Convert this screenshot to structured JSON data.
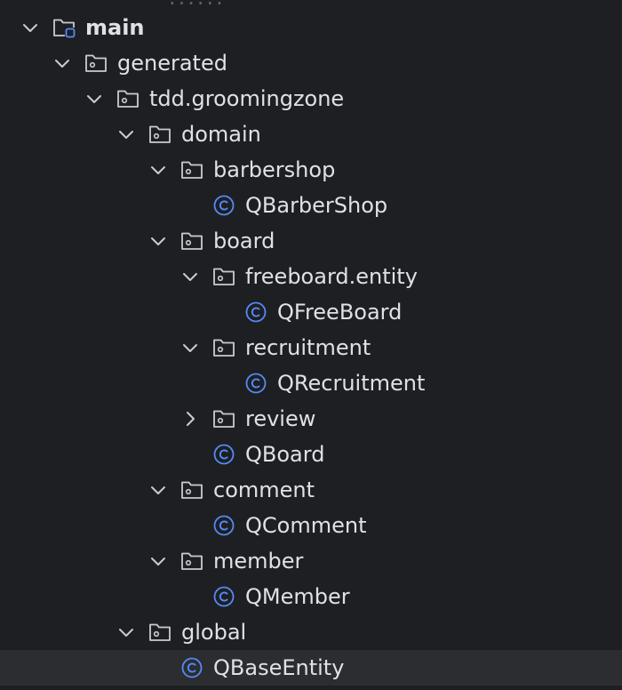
{
  "project_tree": {
    "cut_off_top": "······",
    "rows": [
      {
        "label": "main",
        "type": "source-root",
        "expanded": true,
        "level": 0
      },
      {
        "label": "generated",
        "type": "generated-folder",
        "expanded": true,
        "level": 1
      },
      {
        "label": "tdd.groomingzone",
        "type": "package",
        "expanded": true,
        "level": 2
      },
      {
        "label": "domain",
        "type": "package",
        "expanded": true,
        "level": 3
      },
      {
        "label": "barbershop",
        "type": "package",
        "expanded": true,
        "level": 4
      },
      {
        "label": "QBarberShop",
        "type": "class",
        "level": 5
      },
      {
        "label": "board",
        "type": "package",
        "expanded": true,
        "level": 4
      },
      {
        "label": "freeboard.entity",
        "type": "package",
        "expanded": true,
        "level": 5
      },
      {
        "label": "QFreeBoard",
        "type": "class",
        "level": 6
      },
      {
        "label": "recruitment",
        "type": "package",
        "expanded": true,
        "level": 5
      },
      {
        "label": "QRecruitment",
        "type": "class",
        "level": 6
      },
      {
        "label": "review",
        "type": "package",
        "expanded": false,
        "level": 5
      },
      {
        "label": "QBoard",
        "type": "class",
        "level": 5
      },
      {
        "label": "comment",
        "type": "package",
        "expanded": true,
        "level": 4
      },
      {
        "label": "QComment",
        "type": "class",
        "level": 5
      },
      {
        "label": "member",
        "type": "package",
        "expanded": true,
        "level": 4
      },
      {
        "label": "QMember",
        "type": "class",
        "level": 5
      },
      {
        "label": "global",
        "type": "package",
        "expanded": true,
        "level": 3
      },
      {
        "label": "QBaseEntity",
        "type": "class",
        "level": 4,
        "selected": true
      }
    ]
  },
  "colors": {
    "background": "#1e1f22",
    "selected_row": "#2b2d30",
    "text": "#dfe1e5",
    "icon_gray": "#c9ccd1",
    "accent_blue": "#548af7"
  },
  "icons": {
    "chevron_expanded": "chevron-down-icon",
    "chevron_collapsed": "chevron-right-icon",
    "source_root": "source-root-folder-icon",
    "generated": "generated-sources-folder-icon",
    "package": "package-folder-icon",
    "class": "class-c-icon"
  }
}
